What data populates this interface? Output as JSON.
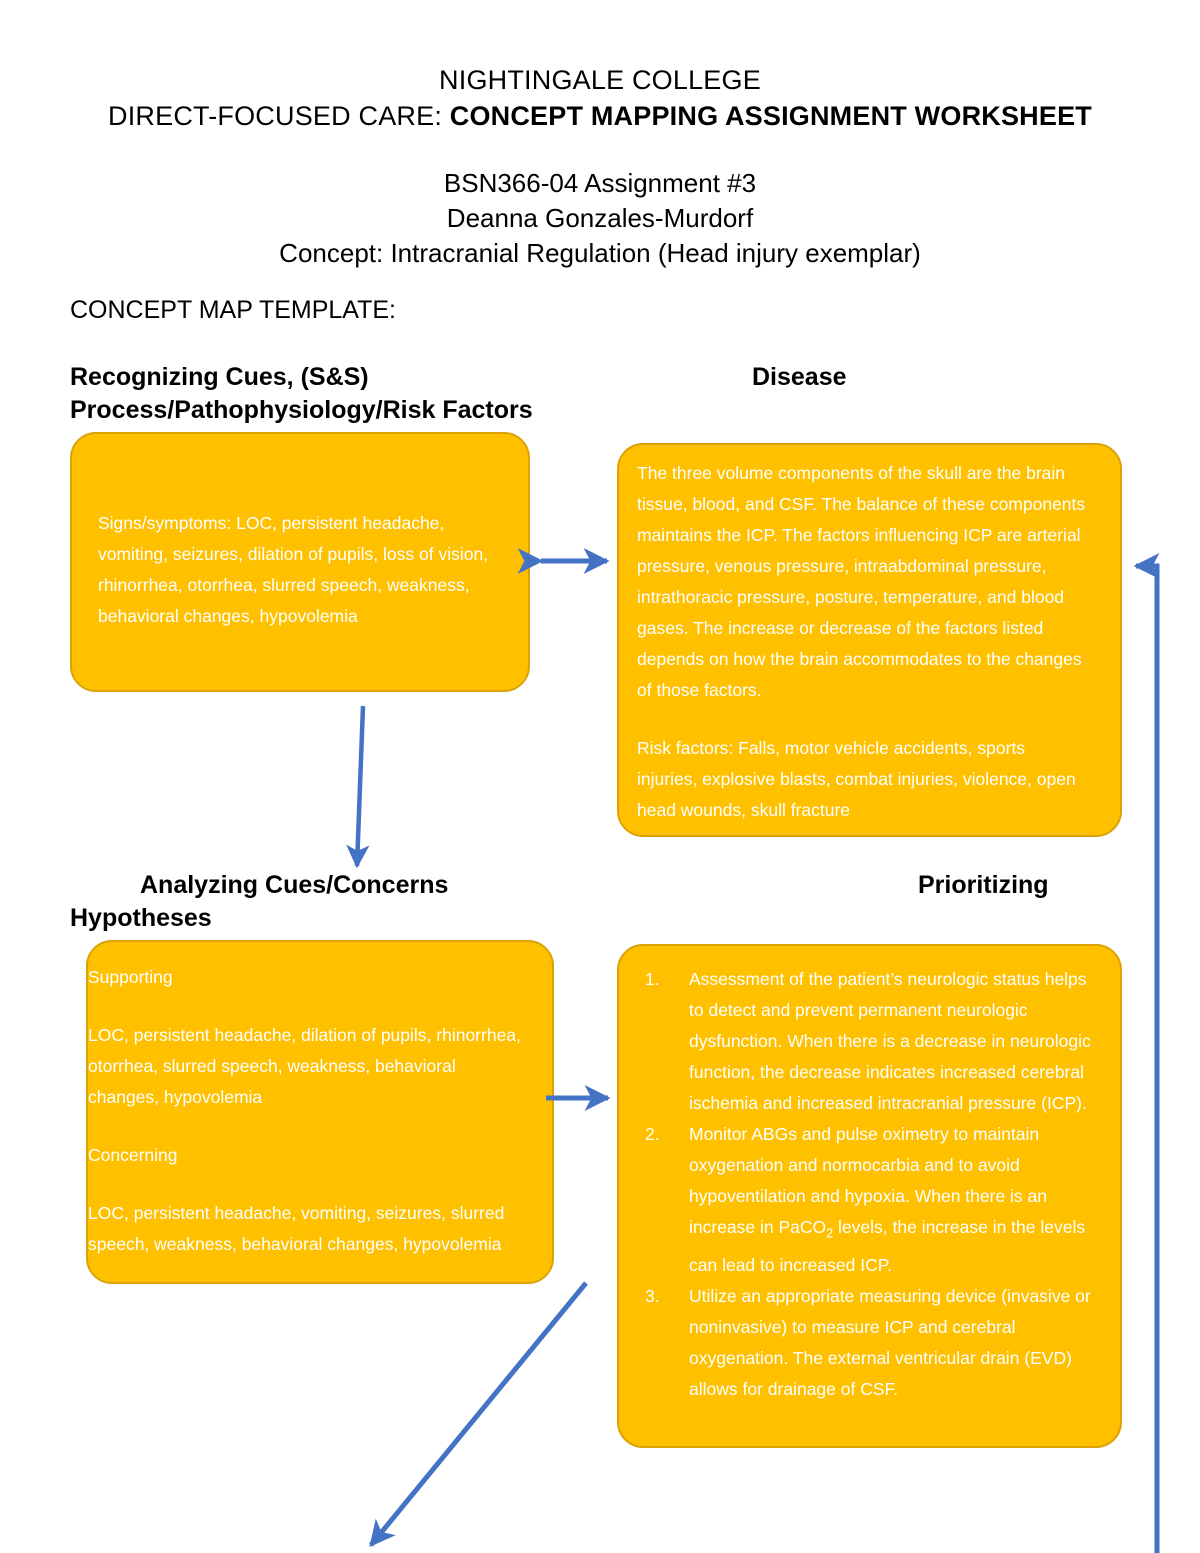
{
  "header": {
    "institution": "NIGHTINGALE COLLEGE",
    "course_prefix": "DIRECT-FOCUSED CARE: ",
    "course_title": "CONCEPT MAPPING ASSIGNMENT WORKSHEET",
    "assignment": "BSN366-04 Assignment #3",
    "student": "Deanna Gonzales-Murdorf",
    "concept": "Concept: Intracranial Regulation (Head injury exemplar)"
  },
  "template_label": "CONCEPT MAP TEMPLATE:",
  "headings": {
    "recognizing_line1": "Recognizing Cues, (S&S)",
    "recognizing_line2": "Process/Pathophysiology/Risk Factors",
    "disease": "Disease",
    "analyzing_line1": "Analyzing Cues/Concerns",
    "analyzing_line2": "Hypotheses",
    "prioritizing": "Prioritizing"
  },
  "boxes": {
    "signs": {
      "text": "Signs/symptoms: LOC, persistent headache, vomiting, seizures, dilation of pupils, loss of vision, rhinorrhea, otorrhea, slurred speech, weakness, behavioral changes, hypovolemia"
    },
    "disease": {
      "paragraph1": "The three volume components of the skull are the brain tissue, blood, and CSF. The balance of these components maintains the ICP. The factors influencing ICP are arterial pressure, venous pressure, intraabdominal pressure, intrathoracic pressure, posture, temperature, and blood gases. The increase or decrease of the factors listed depends on how the brain accommodates to the changes of those factors.",
      "paragraph2": "Risk factors: Falls, motor vehicle accidents, sports injuries, explosive blasts, combat injuries, violence, open head wounds, skull fracture"
    },
    "hypotheses": {
      "supporting_label": "Supporting",
      "supporting_text": "LOC, persistent headache, dilation of pupils, rhinorrhea, otorrhea, slurred speech, weakness, behavioral changes, hypovolemia",
      "concerning_label": "Concerning",
      "concerning_text": "LOC, persistent headache, vomiting, seizures, slurred speech, weakness, behavioral changes, hypovolemia"
    },
    "prioritizing": {
      "item1": "Assessment of the patient’s neurologic status helps to detect and prevent permanent neurologic dysfunction. When there is a decrease in neurologic function, the decrease indicates increased cerebral ischemia and increased intracranial pressure (ICP).",
      "item2_part1": "Monitor ABGs and pulse oximetry to maintain oxygenation and normocarbia and to avoid hypoventilation and hypoxia. When there is an increase in PaCO",
      "item2_sub": "2",
      "item2_part2": " levels, the increase in the levels can lead to increased ICP.",
      "item3": "Utilize an appropriate measuring device (invasive or noninvasive) to measure ICP and cerebral oxygenation. The external ventricular drain (EVD) allows for drainage of CSF."
    }
  },
  "colors": {
    "box_fill": "#FFC000",
    "box_border": "#D9A206",
    "box_text": "#FFFFFF",
    "connector": "#4472C4",
    "page_text": "#000000"
  },
  "connectors": [
    {
      "name": "signs-to-disease",
      "style": "double-headed-horizontal"
    },
    {
      "name": "signs-to-hypotheses",
      "style": "single-headed-down"
    },
    {
      "name": "hypotheses-to-prioritizing",
      "style": "single-headed-right"
    },
    {
      "name": "return-to-disease",
      "style": "elbow-left-arrow"
    },
    {
      "name": "prioritizing-to-offpage",
      "style": "single-headed-diagonal-down-left"
    }
  ]
}
